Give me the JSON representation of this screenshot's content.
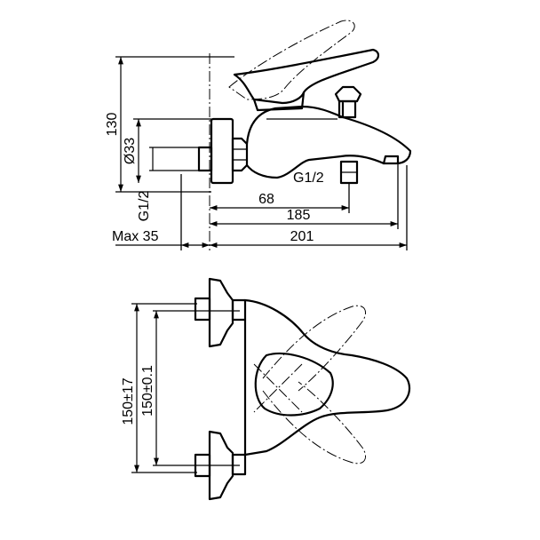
{
  "side_view": {
    "height_130": "130",
    "dia_33": "Ø33",
    "g12_left": "G1/2",
    "max_35": "Max 35",
    "g12_spout": "G1/2",
    "len_68": "68",
    "len_185": "185",
    "len_201": "201"
  },
  "top_view": {
    "dim_150_17": "150±17",
    "dim_150_01": "150±0.1"
  }
}
